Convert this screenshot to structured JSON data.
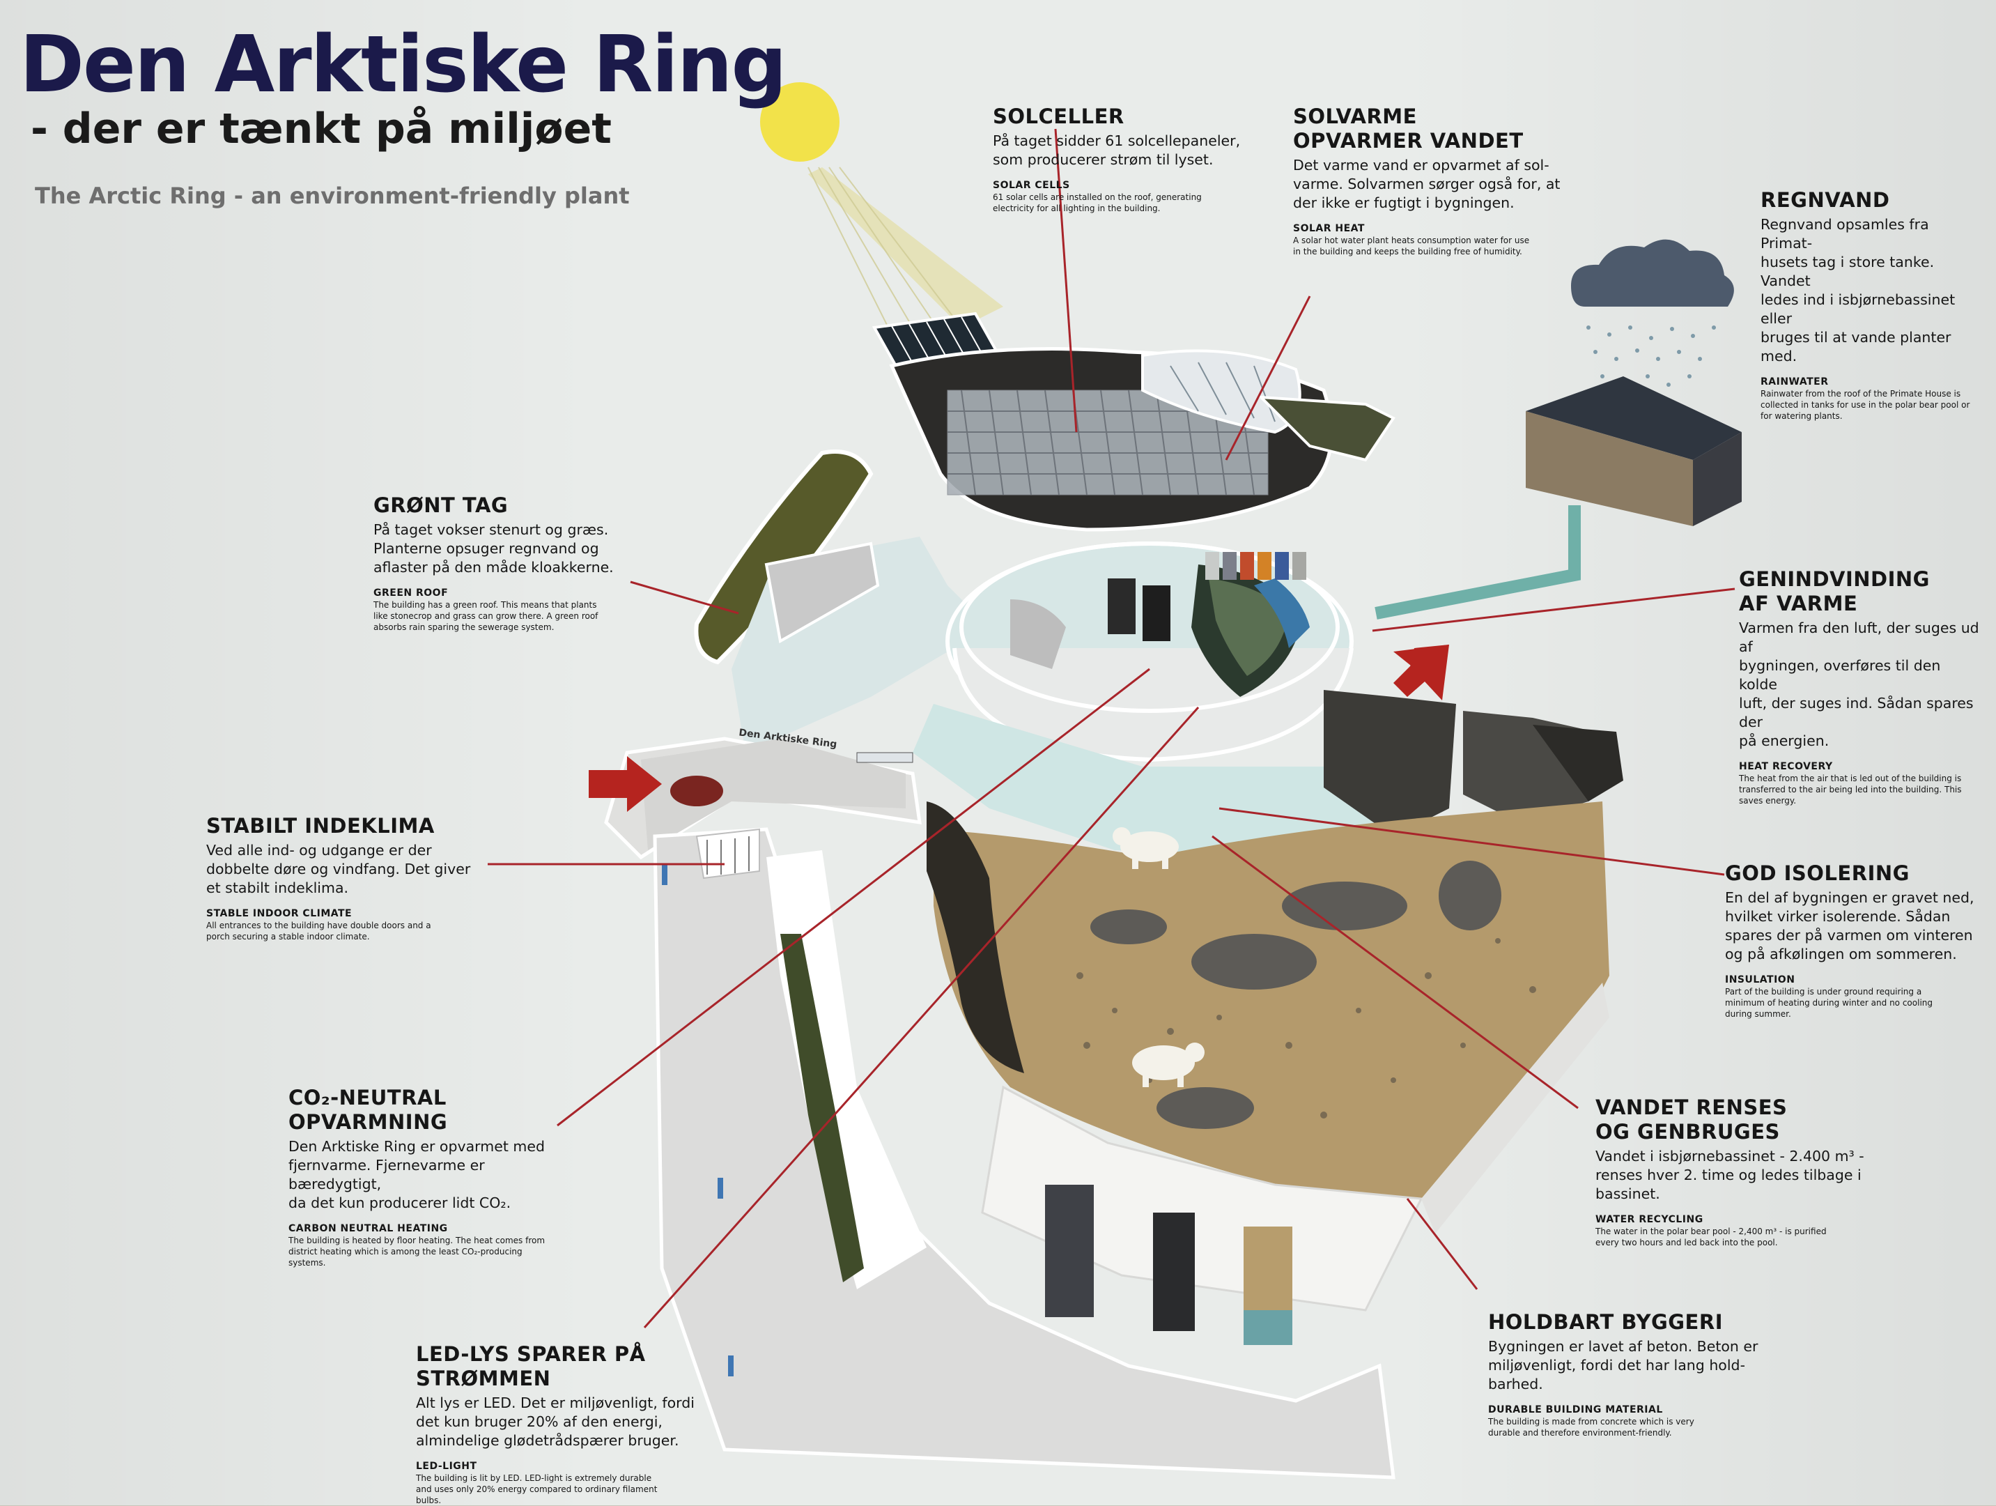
{
  "title": "Den Arktiske Ring",
  "subtitle": "- der er tænkt på miljøet",
  "tagline": "The Arctic Ring - an environment-friendly plant",
  "building_sign": "Den Arktiske Ring",
  "colors": {
    "title": "#1b1a4a",
    "leader_line": "#a8242a",
    "arrow": "#b5241f",
    "sun": "#f2e24a",
    "roof_green": "#5a5a2a",
    "pipe": "#6fb0a8"
  },
  "icons": [
    "sun-icon",
    "rain-cloud-icon",
    "polar-bear-icon"
  ],
  "sections": {
    "solceller": {
      "heading": "SOLCELLER",
      "body": [
        "På taget sidder 61 solcellepaneler,",
        "som producerer strøm til lyset."
      ],
      "en_heading": "SOLAR CELLS",
      "en_body": [
        "61 solar cells are installed on the roof, generating",
        "electricity for all lighting in the building."
      ]
    },
    "solvarme": {
      "heading": [
        "SOLVARME",
        "OPVARMER VANDET"
      ],
      "body": [
        "Det varme vand er opvarmet af sol-",
        "varme. Solvarmen sørger også for, at",
        "der ikke er fugtigt i bygningen."
      ],
      "en_heading": "SOLAR HEAT",
      "en_body": [
        "A solar hot water plant heats consumption water for use",
        "in the building and keeps the building free of humidity."
      ]
    },
    "regnvand": {
      "heading": "REGNVAND",
      "body": [
        "Regnvand opsamles fra Primat-",
        "husets tag i store tanke. Vandet",
        "ledes ind i isbjørnebassinet eller",
        "bruges til at vande planter med."
      ],
      "en_heading": "RAINWATER",
      "en_body": [
        "Rainwater from the roof of the Primate House is",
        "collected in tanks for use in the polar bear pool or",
        "for watering plants."
      ]
    },
    "gront_tag": {
      "heading": "GRØNT TAG",
      "body": [
        "På taget vokser stenurt og græs.",
        "Planterne opsuger regnvand og",
        "aflaster på den måde kloakkerne."
      ],
      "en_heading": "GREEN ROOF",
      "en_body": [
        "The building has a green roof. This means that plants",
        "like stonecrop and grass can grow there. A green roof",
        "absorbs rain sparing the sewerage system."
      ]
    },
    "genindvinding": {
      "heading": [
        "GENINDVINDING",
        "AF VARME"
      ],
      "body": [
        "Varmen fra den luft, der suges ud af",
        "bygningen, overføres til den kolde",
        "luft, der suges ind. Sådan spares der",
        "på energien."
      ],
      "en_heading": "HEAT RECOVERY",
      "en_body": [
        "The heat from the air that is led out of the building is",
        "transferred to the air being led into the building. This",
        "saves energy."
      ]
    },
    "stabilt": {
      "heading": "STABILT INDEKLIMA",
      "body": [
        "Ved alle ind- og udgange er der",
        "dobbelte døre og vindfang. Det giver",
        "et stabilt indeklima."
      ],
      "en_heading": "STABLE INDOOR CLIMATE",
      "en_body": [
        "All entrances to the building have double doors and a",
        "porch securing a stable indoor climate."
      ]
    },
    "isolering": {
      "heading": "GOD ISOLERING",
      "body": [
        "En del af bygningen er gravet ned,",
        "hvilket virker isolerende.  Sådan",
        "spares der på varmen om vinteren",
        "og på afkølingen om sommeren."
      ],
      "en_heading": "INSULATION",
      "en_body": [
        "Part of the building is under ground requiring a",
        "minimum of heating during winter and no cooling",
        "during summer."
      ]
    },
    "co2": {
      "heading": [
        "CO₂-NEUTRAL",
        "OPVARMNING"
      ],
      "body": [
        "Den Arktiske Ring er opvarmet med",
        "fjernvarme. Fjernevarme er bæredygtigt,",
        "da det kun producerer lidt CO₂."
      ],
      "en_heading": "CARBON NEUTRAL HEATING",
      "en_body": [
        "The building is heated by floor heating. The heat comes from",
        "district heating which is among the least CO₂-producing",
        "systems."
      ]
    },
    "vandet": {
      "heading": [
        "VANDET RENSES",
        "OG GENBRUGES"
      ],
      "body": [
        "Vandet i isbjørnebassinet - 2.400 m³ -",
        "renses hver 2. time og ledes tilbage i",
        "bassinet."
      ],
      "en_heading": "WATER RECYCLING",
      "en_body": [
        "The water in the polar bear pool - 2,400 m³ - is purified",
        "every two hours and led back into the pool."
      ]
    },
    "led": {
      "heading": [
        "LED-LYS SPARER PÅ",
        "STRØMMEN"
      ],
      "body": [
        "Alt lys er LED. Det er miljøvenligt, fordi",
        "det kun bruger 20% af den energi,",
        "almindelige glødetrådspærer bruger."
      ],
      "en_heading": "LED-LIGHT",
      "en_body": [
        "The building is lit by LED. LED-light is extremely durable",
        "and uses only 20% energy compared to ordinary filament",
        "bulbs."
      ]
    },
    "holdbart": {
      "heading": "HOLDBART BYGGERI",
      "body": [
        "Bygningen er lavet af beton. Beton er",
        "miljøvenligt, fordi det har lang hold-",
        "barhed."
      ],
      "en_heading": "DURABLE BUILDING MATERIAL",
      "en_body": [
        "The building is made from concrete which is very",
        "durable and therefore environment-friendly."
      ]
    }
  }
}
